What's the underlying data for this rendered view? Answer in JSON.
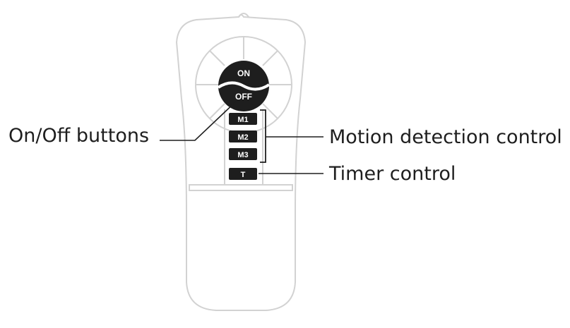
{
  "remote": {
    "buttons": {
      "on": "ON",
      "off": "OFF",
      "m1": "M1",
      "m2": "M2",
      "m3": "M3",
      "timer": "T"
    }
  },
  "callouts": {
    "on_off": "On/Off buttons",
    "motion": "Motion detection control",
    "timer": "Timer control"
  },
  "colors": {
    "outline": "#d2d2d2",
    "button_fill": "#1e1e1e",
    "text": "#1e1e1e"
  }
}
